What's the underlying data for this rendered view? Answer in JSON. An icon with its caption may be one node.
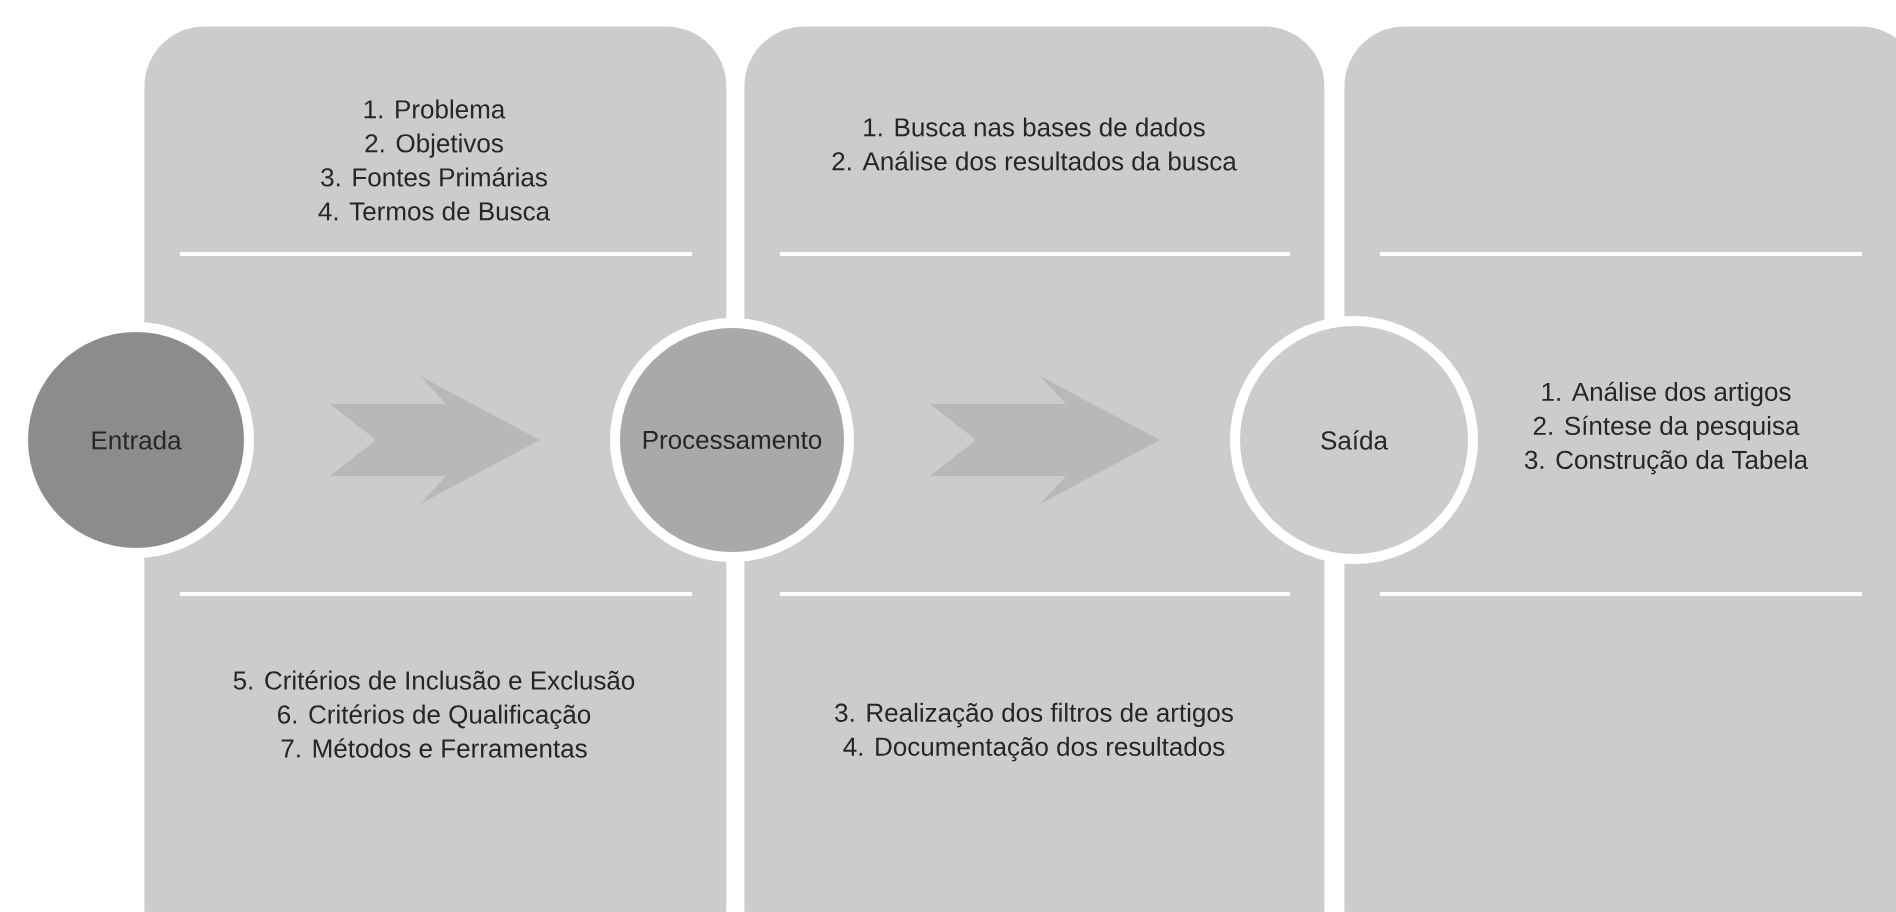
{
  "diagram": {
    "nodes": [
      {
        "text": [
          "1. Problema",
          "2. Objetivos",
          "3. Fontes Primárias",
          "4. Termos de Busca",
          "5. Critérios de Inclusão e Exclusão",
          "6. Critérios de Qualificação",
          "7. Métodos e Ferramentas"
        ]
      },
      {
        "text": [
          "1. Busca nas bases de dados",
          "2. Análise dos resultados da busca",
          "3. Realização dos filtros de artigos",
          "4. Documentação dos resultados"
        ]
      },
      {
        "text": [
          "1. Análise dos artigos",
          "2. Síntese da pesquisa",
          "3. Construção da Tabela"
        ]
      },
      {
        "text": [
          "Entrada"
        ]
      },
      {
        "text": [
          "Processamento"
        ]
      },
      {
        "text": [
          "Saída"
        ]
      }
    ],
    "edges": [
      {
        "from": 3,
        "to": 4,
        "arrow": "to"
      },
      {
        "from": 4,
        "to": 5,
        "arrow": "to"
      }
    ]
  }
}
